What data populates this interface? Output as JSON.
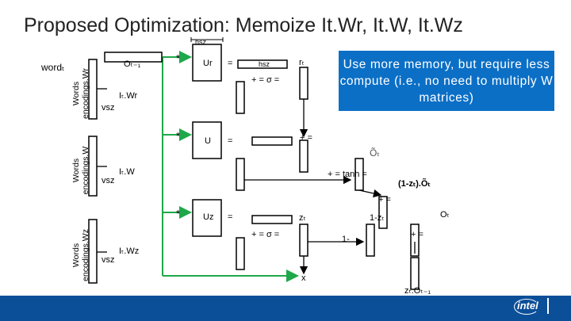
{
  "title": "Proposed Optimization: Memoize It.Wr, It.W, It.Wz",
  "callout": "Use more memory, but require less compute (i.e., no need to multiply W matrices)",
  "labels": {
    "hsz_top": "hsz",
    "word_t": "wordₜ",
    "o_prev": "Oₜ₋₁",
    "ur": "Ur",
    "eq1": "=",
    "hsz_mid": "hsz",
    "r_t": "rₜ",
    "plus_eq_sigma_eq_1": "+ = σ =",
    "vsz_1": "vsz",
    "it_wr": "Iₜ.Wr",
    "u": "U",
    "eq2": "=",
    "plus_eq_2": "+ =",
    "o_tilde": "Õₜ",
    "vsz_2": "vsz",
    "it_w": "Iₜ.W",
    "plus_tanh": "+ = tanh =",
    "one_minus_z_o": "(1-zₜ).Õₜ",
    "plus_eq_3": "+ =",
    "uz": "Uz",
    "eq3": "=",
    "z_t": "zₜ",
    "one_minus_zt": "1-zₜ",
    "o_t": "Oₜ",
    "plus_eq_sigma_eq_2": "+ = σ =",
    "one_minus": "1-",
    "plus_eq_4": "+ =",
    "vsz_3": "vsz",
    "it_wz": "Iₜ.Wz",
    "x": "x",
    "z_o_prev": "zₜ.Oₜ₋₁",
    "mult": "*"
  },
  "rotated": {
    "words_wr": "Words\nencodings.Wr",
    "words_w": "Words\nencodings.W",
    "words_wz": "Words\nencodings.Wz"
  },
  "logo": {
    "text": "intel"
  },
  "colors": {
    "green": "#1fa84a",
    "blue": "#0b6fc6",
    "footer": "#0b4f99"
  }
}
